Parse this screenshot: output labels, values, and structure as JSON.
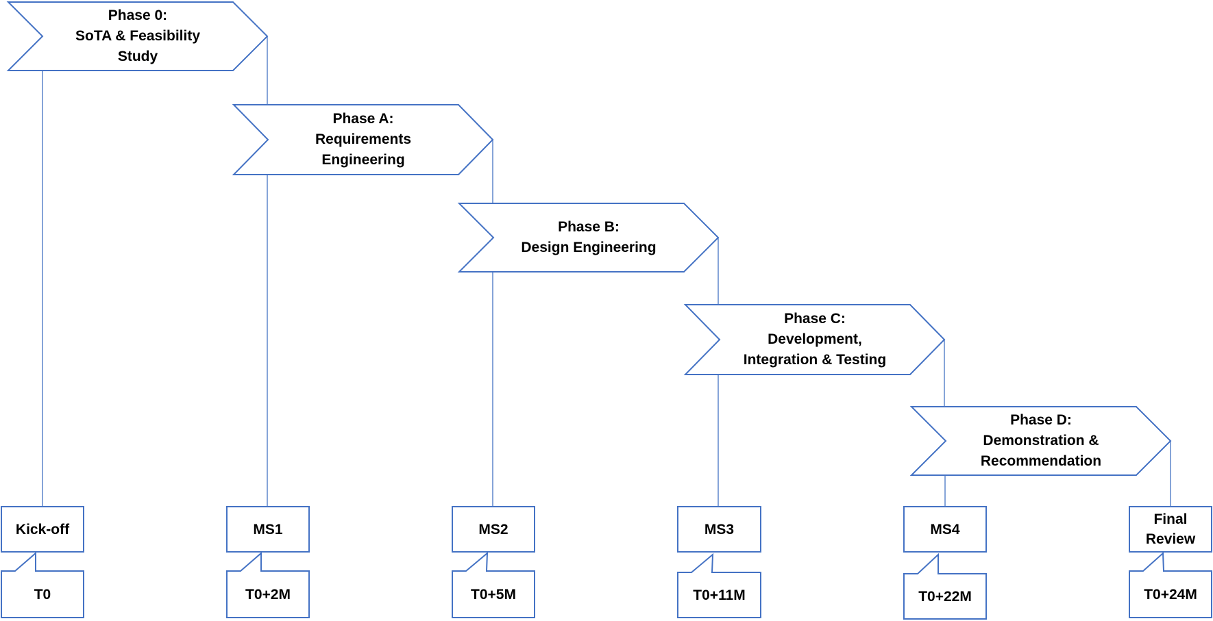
{
  "colors": {
    "stroke": "#4472C4",
    "fill": "#FFFFFF",
    "text": "#000000"
  },
  "phases": [
    {
      "lines": [
        "Phase 0:",
        "SoTA & Feasibility",
        "Study"
      ]
    },
    {
      "lines": [
        "Phase A:",
        "Requirements",
        "Engineering"
      ]
    },
    {
      "lines": [
        "Phase B:",
        "Design Engineering"
      ]
    },
    {
      "lines": [
        "Phase C:",
        "Development,",
        "Integration & Testing"
      ]
    },
    {
      "lines": [
        "Phase D:",
        "Demonstration &",
        "Recommendation"
      ]
    }
  ],
  "milestones": [
    {
      "lines": [
        "Kick-off"
      ],
      "time": "T0"
    },
    {
      "lines": [
        "MS1"
      ],
      "time": "T0+2M"
    },
    {
      "lines": [
        "MS2"
      ],
      "time": "T0+5M"
    },
    {
      "lines": [
        "MS3"
      ],
      "time": "T0+11M"
    },
    {
      "lines": [
        "MS4"
      ],
      "time": "T0+22M"
    },
    {
      "lines": [
        "Final",
        "Review"
      ],
      "time": "T0+24M"
    }
  ]
}
